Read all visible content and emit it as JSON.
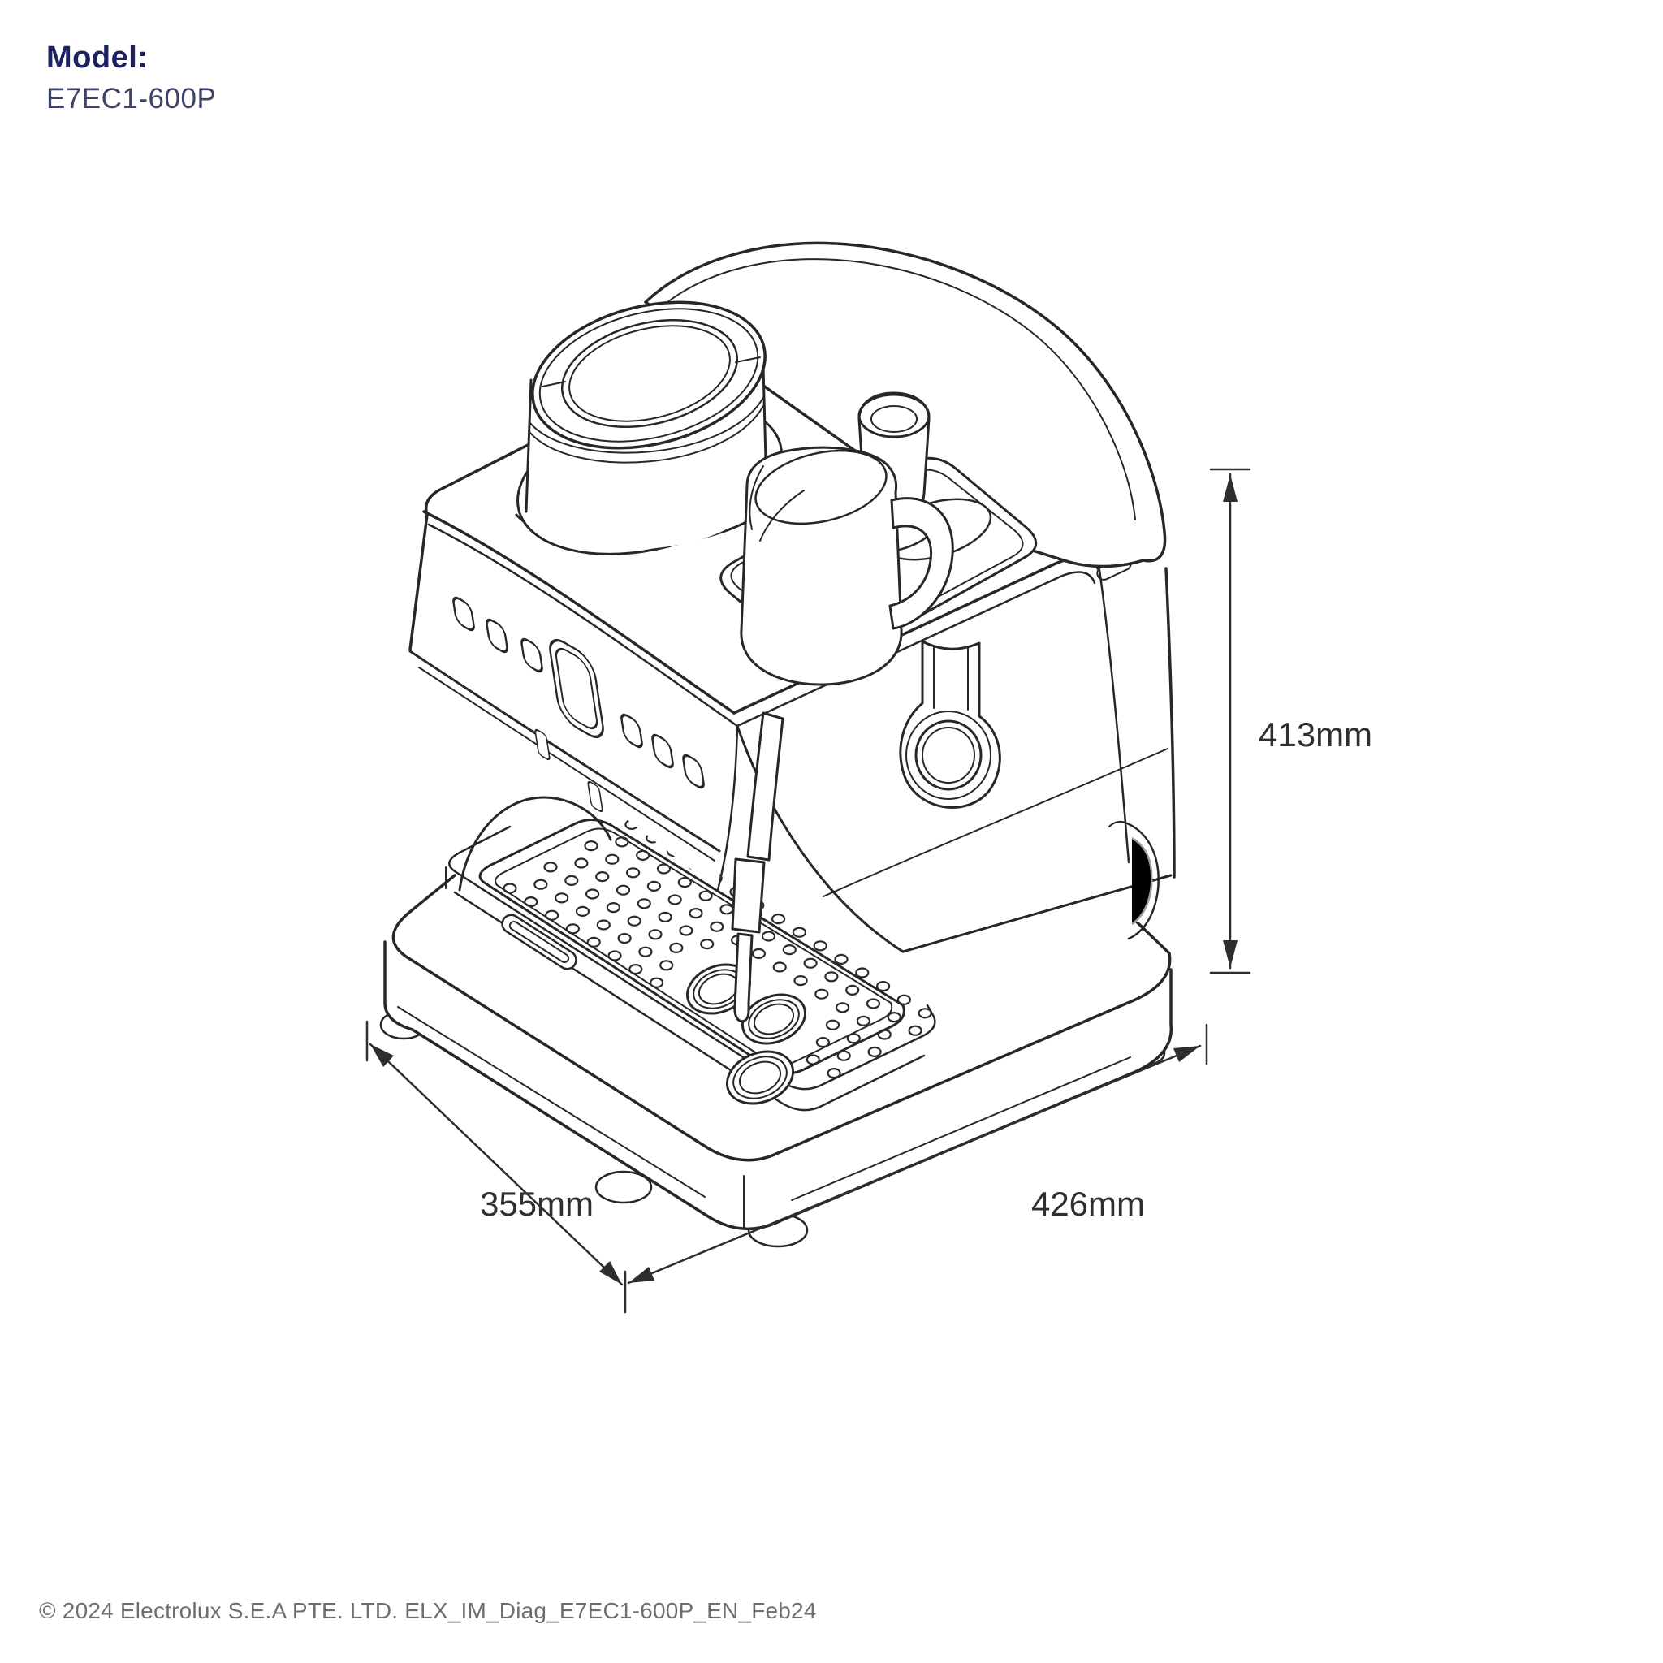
{
  "header": {
    "model_label": "Model:",
    "model_value": "E7EC1-600P"
  },
  "annotations": {
    "height": "413mm",
    "depth": "355mm",
    "width": "426mm"
  },
  "footer": {
    "copyright": "© 2024 Electrolux S.E.A PTE. LTD. ELX_IM_Diag_E7EC1-600P_EN_Feb24"
  },
  "illustration": {
    "subject": "Espresso coffee machine, isometric technical line drawing",
    "parts": [
      "bean-hopper",
      "bean-hopper-lid",
      "control-buttons",
      "display-dial",
      "group-head",
      "steam-wand",
      "drip-tray",
      "cup-recesses",
      "milk-jug",
      "steam-knob",
      "milk-jug-tray",
      "water-tank",
      "portafilter-handle",
      "tank-handle-recess",
      "base",
      "feet"
    ]
  },
  "colors": {
    "background": "#ffffff",
    "line_ink": "#272727",
    "dimension_ink": "#2e2e2e",
    "model_label_navy": "#1c2161",
    "model_value_slate": "#3d4366",
    "footer_gray": "#6e6e6e",
    "cup_recess_gray": "#d8d8d8",
    "recess_line_gray": "#9c9c9c"
  }
}
